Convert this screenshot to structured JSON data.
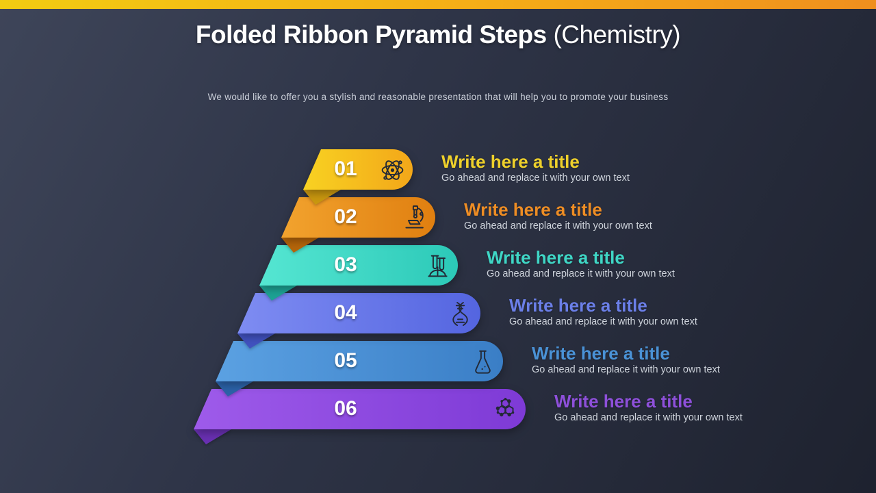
{
  "slide": {
    "title_bold": "Folded Ribbon Pyramid Steps",
    "title_light": "(Chemistry)",
    "subtitle": "We would like to offer you a stylish and reasonable presentation that will help you to promote your business"
  },
  "colors": {
    "top_bar_left": "#f2cc12",
    "top_bar_mid": "#f5ad17",
    "top_bar_right": "#ef8f1e",
    "background_top_left": "#3e4559",
    "background_bottom_right": "#1e222f",
    "description_text": "#ced3db",
    "number_text": "#ffffff"
  },
  "steps": [
    {
      "number": "01",
      "icon": "atom-icon",
      "title": "Write here a title",
      "description": "Go ahead and replace it with your own text",
      "colors": {
        "left": "#f8d222",
        "right": "#f3a719",
        "fold": "#c9970f",
        "title": "#eed02b"
      }
    },
    {
      "number": "02",
      "icon": "microscope-icon",
      "title": "Write here a title",
      "description": "Go ahead and replace it with your own text",
      "colors": {
        "left": "#f2a32e",
        "right": "#e07f10",
        "fold": "#b5650a",
        "title": "#ee8d24"
      }
    },
    {
      "number": "03",
      "icon": "test-tubes-icon",
      "title": "Write here a title",
      "description": "Go ahead and replace it with your own text",
      "colors": {
        "left": "#55e6d2",
        "right": "#2cc9b8",
        "fold": "#1da294",
        "title": "#3fd6c5"
      }
    },
    {
      "number": "04",
      "icon": "dna-icon",
      "title": "Write here a title",
      "description": "Go ahead and replace it with your own text",
      "colors": {
        "left": "#7e8cf2",
        "right": "#5465e0",
        "fold": "#4152c0",
        "title": "#6b7fe8"
      }
    },
    {
      "number": "05",
      "icon": "flask-icon",
      "title": "Write here a title",
      "description": "Go ahead and replace it with your own text",
      "colors": {
        "left": "#5ba1e2",
        "right": "#3a7ec6",
        "fold": "#2b62a8",
        "title": "#4a92d6"
      }
    },
    {
      "number": "06",
      "icon": "molecule-icon",
      "title": "Write here a title",
      "description": "Go ahead and replace it with your own text",
      "colors": {
        "left": "#9e5bea",
        "right": "#7e3ad6",
        "fold": "#6930b2",
        "title": "#8e50da"
      }
    }
  ]
}
